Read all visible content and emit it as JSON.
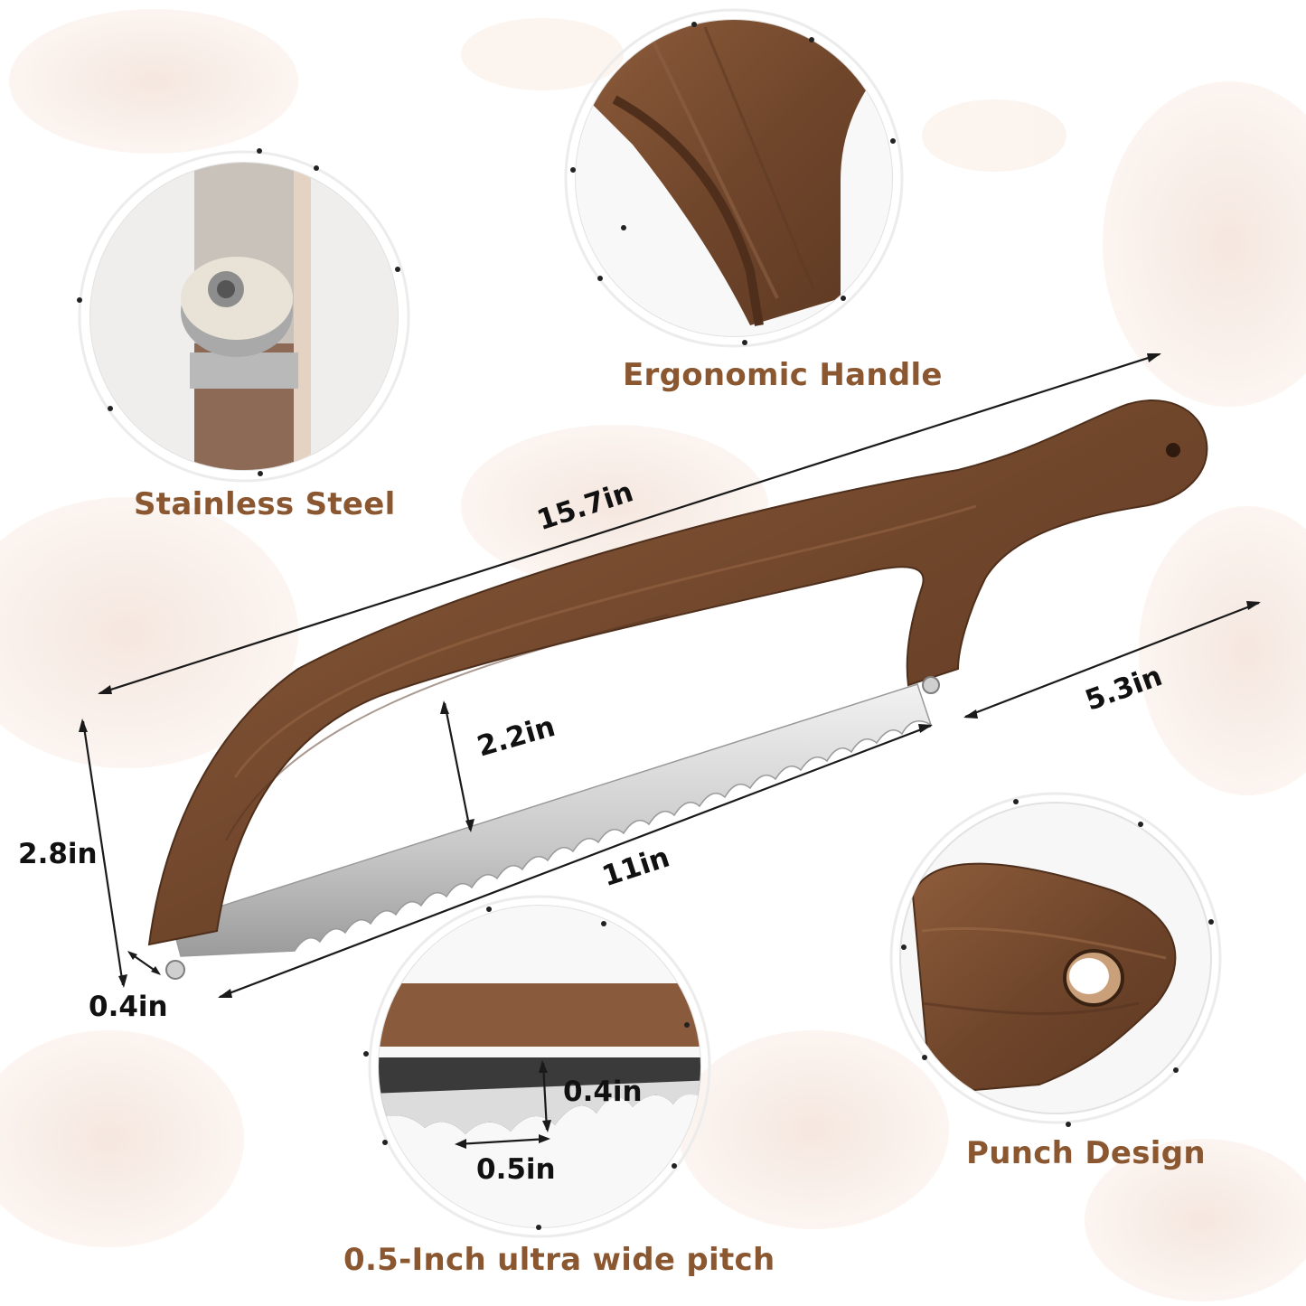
{
  "features": {
    "stainless_steel": "Stainless Steel",
    "ergonomic_handle": "Ergonomic Handle",
    "punch_design": "Punch Design",
    "pitch": "0.5-Inch ultra wide pitch"
  },
  "dimensions": {
    "total_length": "15.7in",
    "handle_length": "5.3in",
    "blade_height": "2.2in",
    "overall_height": "2.8in",
    "blade_length": "11in",
    "frame_width": "0.4in",
    "tooth_depth": "0.4in",
    "tooth_pitch": "0.5in"
  },
  "colors": {
    "label_brown": "#8a5730",
    "wood": "#7a4f33",
    "wood_dark": "#5a3620",
    "steel": "#c9c9c9"
  }
}
